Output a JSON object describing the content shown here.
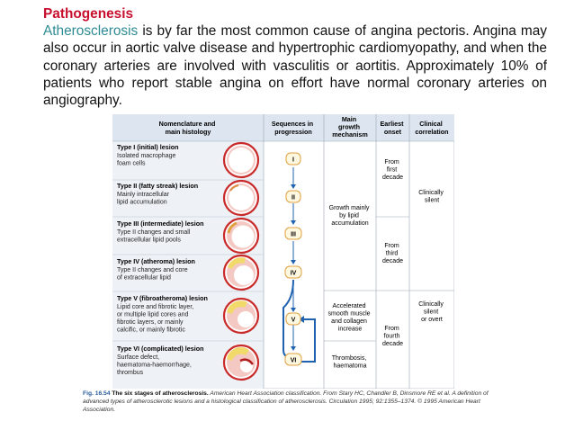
{
  "slide": {
    "heading": "Pathogenesis",
    "term": "Atherosclerosis",
    "body": " is by far the most common cause of angina pectoris. Angina may also occur in aortic valve disease and hypertrophic cardiomyopathy, and when the coronary arteries are involved with vasculitis or aortitis. Approximately 10% of patients who report stable angina on effort have normal coronary arteries on angiography."
  },
  "figure": {
    "headers": {
      "col1": [
        "Nomenclature and",
        "main histology"
      ],
      "col2": [
        "Sequences in",
        "progression"
      ],
      "col3": [
        "Main",
        "growth",
        "mechanism"
      ],
      "col4": [
        "Earliest",
        "onset"
      ],
      "col5": [
        "Clinical",
        "correlation"
      ]
    },
    "lesions": [
      {
        "title": "Type I (initial) lesion",
        "desc": [
          "Isolated macrophage",
          "foam cells"
        ],
        "numeral": "I"
      },
      {
        "title": "Type II (fatty streak) lesion",
        "desc": [
          "Mainly intracellular",
          "lipid accumulation"
        ],
        "numeral": "II"
      },
      {
        "title": "Type III (intermediate) lesion",
        "desc": [
          "Type II changes and small",
          "extracellular lipid pools"
        ],
        "numeral": "III"
      },
      {
        "title": "Type IV (atheroma) lesion",
        "desc": [
          "Type II changes and core",
          "of extracellular lipid"
        ],
        "numeral": "IV"
      },
      {
        "title": "Type V (fibroatheroma) lesion",
        "desc": [
          "Lipid core and fibrotic layer,",
          "or multiple lipid cores and",
          "fibrotic layers, or mainly",
          "calcific, or mainly fibrotic"
        ],
        "numeral": "V"
      },
      {
        "title": "Type VI (complicated) lesion",
        "desc": [
          "Surface defect,",
          "haematoma-haemorrhage,",
          "thrombus"
        ],
        "numeral": "VI"
      }
    ],
    "mechanisms": {
      "lipid": [
        "Growth mainly",
        "by lipid",
        "accumulation"
      ],
      "smooth_muscle": [
        "Accelerated",
        "smooth muscle",
        "and collagen",
        "increase"
      ],
      "thrombosis": [
        "Thrombosis,",
        "haematoma"
      ]
    },
    "onset": {
      "first": [
        "From",
        "first",
        "decade"
      ],
      "third": [
        "From",
        "third",
        "decade"
      ],
      "fourth": [
        "From",
        "fourth",
        "decade"
      ]
    },
    "clinical": {
      "silent": [
        "Clinically",
        "silent"
      ],
      "overt": [
        "Clinically",
        "silent",
        "or overt"
      ]
    },
    "colors": {
      "header_bg": "#dde6f0",
      "row_bg": "#eef2f7",
      "arrow": "#1f63b0",
      "vessel_red": "#c92a2a",
      "vessel_pink": "#f4c9c4",
      "lipid": "#f1d96a"
    }
  },
  "caption": {
    "figno": "Fig. 16.54",
    "title": "The six stages of atherosclerosis.",
    "text": " American Heart Association classification. From Stary HC, Chandler B, Dinsmore RE et al. A definition of advanced types of atherosclerotic lesions and a histological classification of atherosclerosis. Circulation 1995; 92:1355–1374. © 1995 American Heart Association."
  }
}
